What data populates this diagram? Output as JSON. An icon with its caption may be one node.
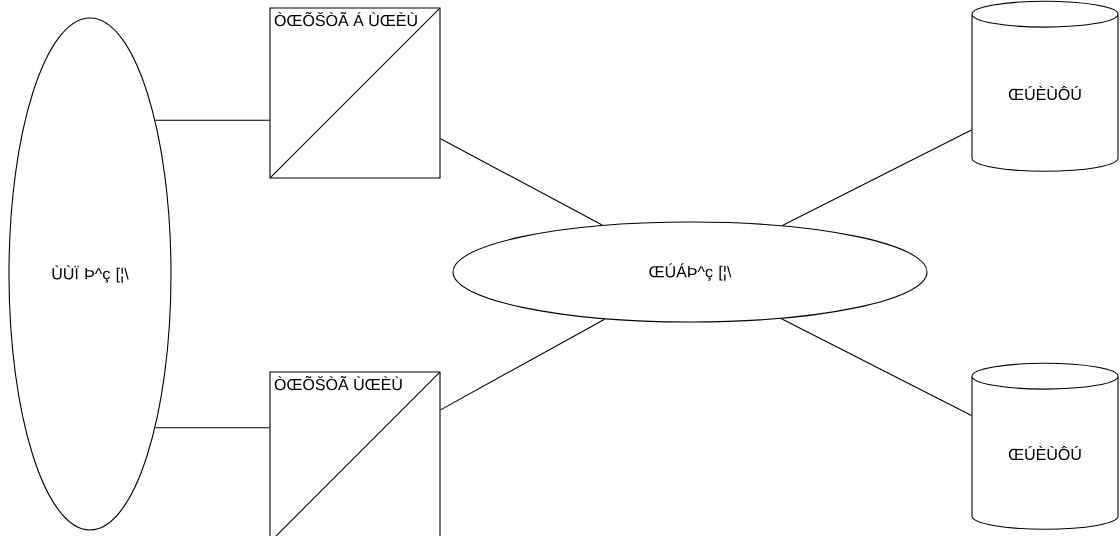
{
  "diagram": {
    "nodes": [
      {
        "text": [
          "ÙÙÏ Þ^ç [¦\\"
        ]
      },
      {
        "text": [
          "ÒŒÕŠÒÃ Á ÙŒÈÙ"
        ]
      },
      {
        "text": [
          "ÒŒÕŠÒÃ ÙŒÈÙ"
        ]
      },
      {
        "text": [
          "ŒÚÁÞ^ç [¦\\"
        ]
      },
      {
        "text": [
          "ŒÚÈÙÔÚ"
        ]
      },
      {
        "text": [
          "ŒÚÈÙÔÚ"
        ]
      }
    ],
    "edges": [
      {
        "from": 0,
        "to": 1,
        "arrow": "none"
      },
      {
        "from": 0,
        "to": 2,
        "arrow": "none"
      },
      {
        "from": 1,
        "to": 3,
        "arrow": "none"
      },
      {
        "from": 2,
        "to": 3,
        "arrow": "none"
      },
      {
        "from": 3,
        "to": 4,
        "arrow": "none"
      },
      {
        "from": 3,
        "to": 5,
        "arrow": "none"
      }
    ]
  }
}
